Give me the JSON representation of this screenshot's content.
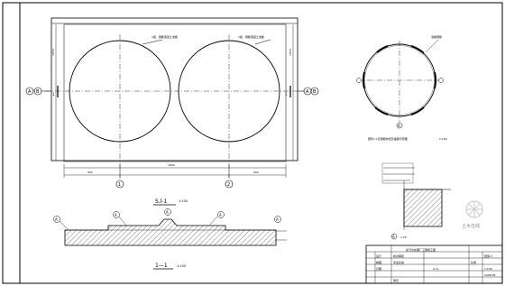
{
  "drawing": {
    "plan_title": "S.l-1",
    "plan_scale": "1:100",
    "section_title": "1—1",
    "section_scale": "1:100",
    "circle_detail_caption": "圆形1:1及钢筋布置及插筋示意图",
    "circle_detail_scale": "1:100",
    "detail_scale": "1:20",
    "axis_labels": {
      "left_a": "A",
      "left_b": "B",
      "right_a": "A",
      "right_b": "B",
      "bottom_1": "1",
      "bottom_2": "2",
      "cut_left": "1",
      "cut_right": "1",
      "section_mark": "A"
    },
    "tank_leader_left": "1级、钢筋混凝土池壁",
    "tank_leader_right": "1级、钢筋混凝土池壁",
    "circle_leader": "池壁钢筋",
    "dims": {
      "top_total": "1800",
      "bottom_left": "900",
      "bottom_right": "900",
      "left_side": "1050",
      "right_side": "1050"
    },
    "watermark": "土木在线",
    "title_block": {
      "project": "某污水处理厂工程施工图",
      "drawing_no": "结施-5",
      "row1_label": "设计",
      "row1_value": "校对审核",
      "row2_label": "制图",
      "row2_value": "专业负责",
      "row3_label": "日期",
      "row3_value": "审定",
      "sheet_name": "S.l-1",
      "scale_label": "比例",
      "scale_value": "1:100",
      "date_value": "2008.06"
    }
  }
}
